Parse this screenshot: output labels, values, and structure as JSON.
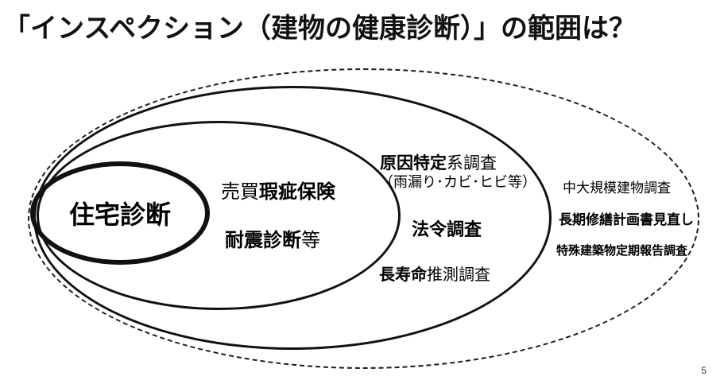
{
  "slide": {
    "title": "「インスペクション（建物の健康診断）」の範囲は？",
    "page_number": "5",
    "colors": {
      "background": "#ffffff",
      "line": "#111111",
      "text": "#000000"
    }
  },
  "diagram": {
    "type": "nested-ellipses",
    "core": {
      "label": "住宅診断"
    },
    "ring_inner": {
      "item1": {
        "normal": "売買",
        "bold": "瑕疵保険"
      },
      "item2": {
        "bold": "耐震診断",
        "normal": "等"
      }
    },
    "ring_middle": {
      "item1": {
        "bold": "原因特定",
        "normal": "系調査"
      },
      "item1_sub": "（雨漏り･カビ･ヒビ等）",
      "item2": "法令調査",
      "item3": {
        "bold": "長寿命",
        "normal": "推測調査"
      }
    },
    "ring_outer": {
      "item1": "中大規模建物調査",
      "item2": "長期修繕計画書見直し",
      "item3": "特殊建築物定期報告調査"
    }
  }
}
